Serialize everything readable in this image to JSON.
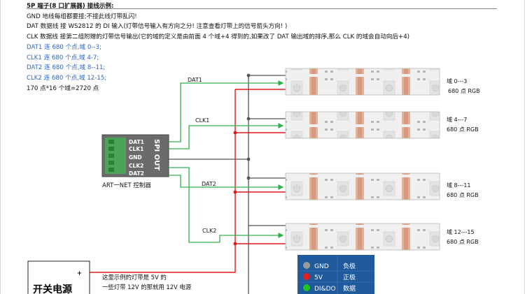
{
  "notes": {
    "title": "5P 端子(8 口扩展器) 接线示例:",
    "line1": "GND 地线每组都要接;不接此线灯带乱闪!",
    "line2": "DAT 数据线 接  WS2812 的 DI 输入(灯带信号输入有方向之分! 注意查看灯带上的信号箭头方向! )",
    "line3": "CLK 数据线 接第二组附赠的灯带信号输出(它的域的定义是由前面 4 个域+4 得到的,如果改了 DAT 输出域的排序,那么 CLK 的域会自动向后+4)",
    "dat1": "DAT1    连 680 个点,域 0--3;",
    "clk1": "CLK1    连 680 个点,域 4-7;",
    "dat2": "DAT2    连 680 个点,域 8--11;",
    "clk2": "CLK2    连 680 个点,域 12-15;",
    "total": "170 点*16 个域=2720 点"
  },
  "controller": {
    "pins": [
      "DAT1",
      "CLK1",
      "GND",
      "CLK2",
      "DAT2"
    ],
    "port_label": "SPI OUT",
    "name": "ART一NET 控制器"
  },
  "wires": {
    "dat1": "DAT1",
    "clk1": "CLK1",
    "dat2": "DAT2",
    "clk2": "CLK2"
  },
  "strips": [
    {
      "domain": "域 0---3",
      "points": "680 点 RGB"
    },
    {
      "domain": "域 4---7",
      "points": "680 点 RGB"
    },
    {
      "domain": "域 8---11",
      "points": "680 点 RGB"
    },
    {
      "domain": "域 12---15",
      "points": "680 点 RGB"
    }
  ],
  "power": {
    "plus": "+",
    "title": "开关电源",
    "note1": "这里示例的灯带是 5V 的",
    "note2": "一些灯带 12V 的那就用 12V    电源"
  },
  "legend": {
    "rows": [
      {
        "name": "GND",
        "meaning": "负极",
        "color": "#9a9a9a"
      },
      {
        "name": "5V",
        "meaning": "正极",
        "color": "#e02020"
      },
      {
        "name": "DI&DO",
        "meaning": "数据",
        "color": "#22c322"
      }
    ]
  },
  "colors": {
    "data_wire": "#2db24a",
    "power_wire": "#e01818",
    "ground_wire": "#555555",
    "strip_bg": "#efefef",
    "legend_bg": "#1f5a9c"
  }
}
